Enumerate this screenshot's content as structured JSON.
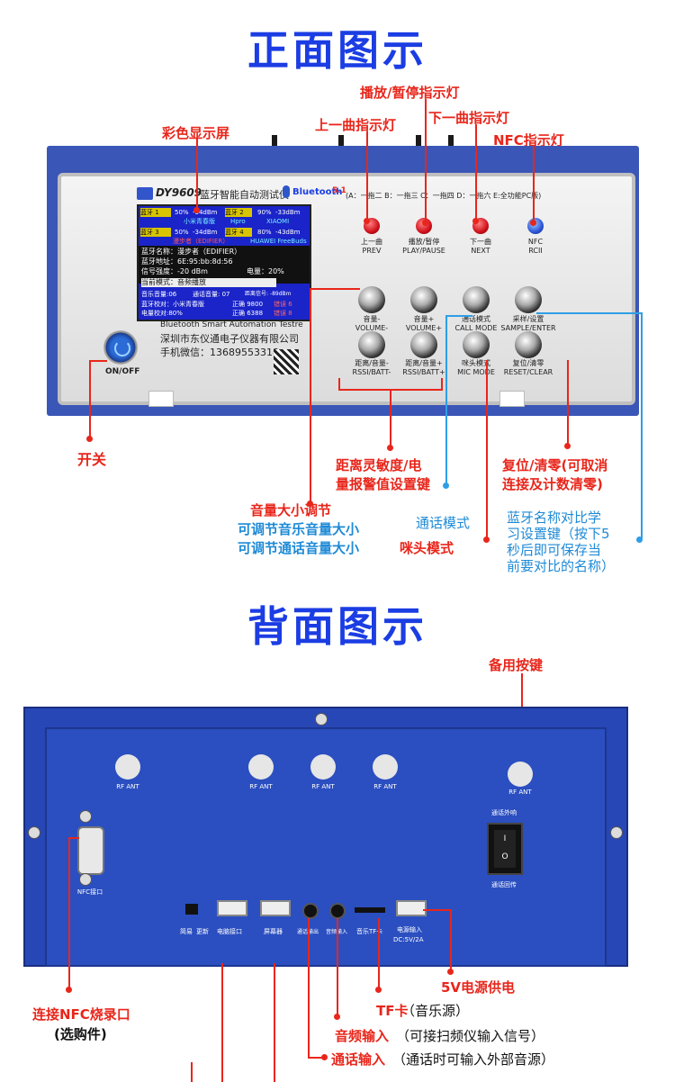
{
  "titles": {
    "front": "正面图示",
    "back": "背面图示"
  },
  "front": {
    "callouts": {
      "display": "彩色显示屏",
      "play_pause_led": "播放/暂停指示灯",
      "prev_led": "上一曲指示灯",
      "next_led": "下一曲指示灯",
      "nfc_led": "NFC指示灯",
      "power": "开关",
      "rssi_line1": "距离灵敏度/电",
      "rssi_line2": "量报警值设置键",
      "reset_line1": "复位/清零(可取消",
      "reset_line2": "连接及计数清零)",
      "volume_title": "音量大小调节",
      "volume_music": "可调节音乐音量大小",
      "volume_call": "可调节通话音量大小",
      "call_mode": "通话模式",
      "mic_mode": "咪头模式",
      "name_line1": "蓝牙名称对比学",
      "name_line2": "习设置键（按下5",
      "name_line3": "秒后即可保存当",
      "name_line4": "前要对比的名称）"
    },
    "device": {
      "model": "DY9609",
      "name": "蓝牙智能自动测试仪",
      "bt": "Bluetooth",
      "bt_ver": "5.1",
      "modes": "(A：一拖二  B：一拖三  C：一拖四  D：一拖六  E:全功能PC版)",
      "sub": "Bluetooth Smart Automation Testre",
      "company": "深圳市东仪通电子仪器有限公司",
      "wechat": "手机微信：13689553318",
      "onoff": "ON/OFF",
      "leds": [
        {
          "cn": "上一曲",
          "en": "PREV"
        },
        {
          "cn": "播放/暂停",
          "en": "PLAY/PAUSE"
        },
        {
          "cn": "下一曲",
          "en": "NEXT"
        },
        {
          "cn": "NFC",
          "en": "RCII"
        }
      ],
      "keys_top": [
        {
          "cn": "音量-",
          "en": "VOLUME-"
        },
        {
          "cn": "音量+",
          "en": "VOLUME+"
        },
        {
          "cn": "通话模式",
          "en": "CALL MODE"
        },
        {
          "cn": "采样/设置",
          "en": "SAMPLE/ENTER"
        }
      ],
      "keys_bottom": [
        {
          "cn": "距离/音量-",
          "en": "RSSI/BATT-"
        },
        {
          "cn": "距离/音量+",
          "en": "RSSI/BATT+"
        },
        {
          "cn": "咪头模式",
          "en": "MIC MODE"
        },
        {
          "cn": "复位/清零",
          "en": "RESET/CLEAR"
        }
      ]
    },
    "lcd": {
      "slot1": {
        "tag": "蓝牙 1",
        "pct": "50%",
        "dbm": "-34dBm",
        "name": "小米青春版"
      },
      "slot2": {
        "tag": "蓝牙 2",
        "pct": "90%",
        "dbm": "-33dBm",
        "name1": "Hpro",
        "name2": "XIAOMI"
      },
      "slot3": {
        "tag": "蓝牙 3",
        "pct": "50%",
        "dbm": "-34dBm",
        "name": "漫步者（EDIFIER）"
      },
      "slot4": {
        "tag": "蓝牙 4",
        "pct": "80%",
        "dbm": "-43dBm",
        "name": "HUAWEI FreeBuds"
      },
      "row_name": "蓝牙名称：漫步者（EDIFIER）",
      "row_addr": "蓝牙地址：6E:95:bb:8d:56",
      "row_sig": "信号强度：-20 dBm",
      "row_batt": "电量：20%",
      "row_mode": "当前模式：音频播放",
      "music_vol": "音乐音量:06",
      "call_vol": "通话音量: 07",
      "dist_sig": "距离信号: -89dBm",
      "bt_cal": "蓝牙校对：小米青春版",
      "bt_ok": "正确 9800",
      "bt_err": "错误 6",
      "batt_cal": "电量校对:80%",
      "batt_ok": "正确 6388",
      "batt_err": "错误 8"
    }
  },
  "back": {
    "callouts": {
      "spare": "备用按键",
      "power5v": "5V电源供电",
      "tf": "TF卡",
      "tf_paren": "（音乐源）",
      "audio_in": "音频输入",
      "audio_in_paren": "（可接扫频仪输入信号）",
      "call_in": "通话输入",
      "call_in_paren": "（通话时可输入外部音源）",
      "nfc_line1": "连接NFC烧录口",
      "nfc_line2": "(选购件)"
    },
    "panel": {
      "rf": [
        "RF ANT",
        "RF ANT",
        "RF ANT",
        "RF ANT",
        "RF ANT"
      ],
      "nfc_port": "NFC接口",
      "switch_top": "通话外响",
      "switch_bottom": "通话回传",
      "ports": [
        "简易",
        "更新",
        "电脑接口",
        "屏幕器",
        "通话输出",
        "音频输入",
        "音乐TF卡",
        "电源输入"
      ],
      "power_spec": "DC:5V/2A"
    }
  }
}
